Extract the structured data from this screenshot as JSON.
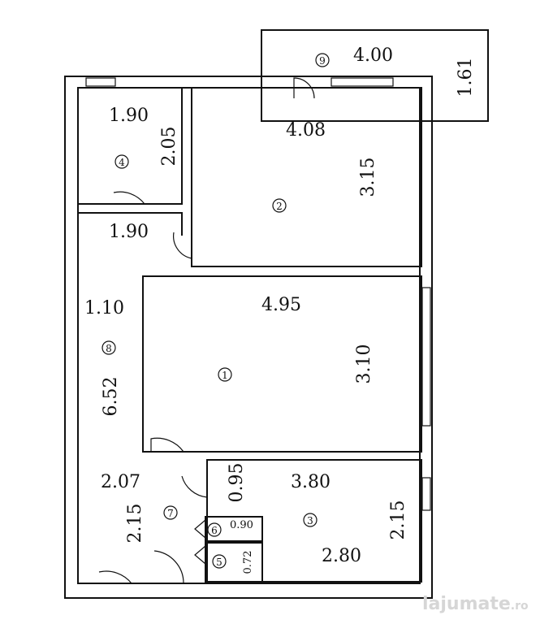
{
  "rooms": [
    {
      "id": "1",
      "width": "4.95",
      "length": "3.10"
    },
    {
      "id": "2",
      "width": "4.08",
      "length": "3.15"
    },
    {
      "id": "3",
      "width": "3.80",
      "width_bottom": "2.80",
      "length": "2.15",
      "length_left": "0.95"
    },
    {
      "id": "4",
      "width": "1.90",
      "length": "2.05"
    },
    {
      "id": "5",
      "length": "0.72"
    },
    {
      "id": "6",
      "width": "0.90"
    },
    {
      "id": "7",
      "width": "2.07",
      "length": "2.15"
    },
    {
      "id": "8",
      "width_top": "1.90",
      "width": "1.10",
      "length": "6.52"
    },
    {
      "id": "9",
      "width": "4.00",
      "length": "1.61"
    }
  ],
  "watermark": {
    "text": "lajumate",
    "suffix": ".ro"
  }
}
